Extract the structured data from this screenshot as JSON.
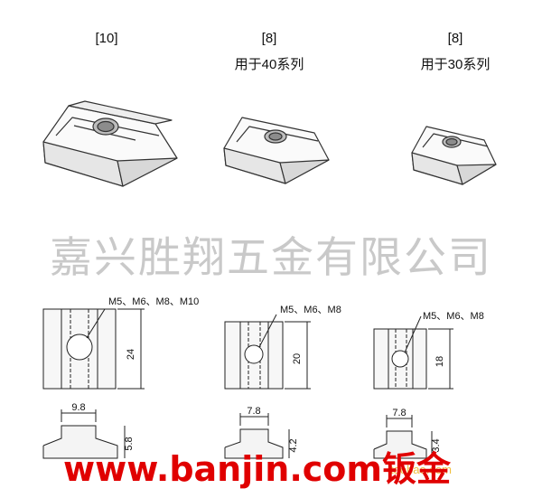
{
  "columns": [
    {
      "code": "[10]",
      "series": ""
    },
    {
      "code": "[8]",
      "series": "用于40系列"
    },
    {
      "code": "[8]",
      "series": "用于30系列"
    }
  ],
  "watermark_company": "嘉兴胜翔五金有限公司",
  "drawings": [
    {
      "thread_note": "M5、M6、M8、M10",
      "height_dim": "24",
      "width_dim": "9.8",
      "side_dim": "5.8"
    },
    {
      "thread_note": "M5、M6、M8",
      "height_dim": "20",
      "width_dim": "7.8",
      "side_dim": "4.2"
    },
    {
      "thread_note": "M5、M6、M8",
      "height_dim": "18",
      "width_dim": "7.8",
      "side_dim": "3.4"
    }
  ],
  "banner": "www.banjin.com钣金",
  "tiny_watermark": "taobao.com"
}
